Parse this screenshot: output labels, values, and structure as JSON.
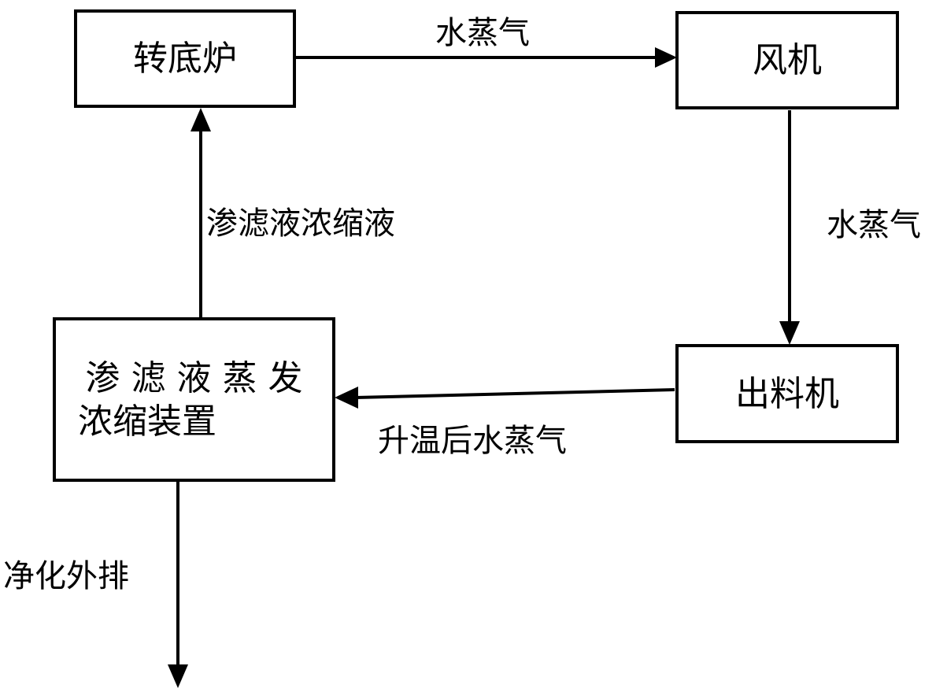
{
  "nodes": {
    "furnace": "转底炉",
    "fan": "风机",
    "discharger": "出料机",
    "evaporator_line1": "渗 滤 液 蒸 发",
    "evaporator_line2": "浓缩装置"
  },
  "edges": {
    "furnace_to_fan": "水蒸气",
    "fan_to_discharger": "水蒸气",
    "discharger_to_evaporator": "升温后水蒸气",
    "evaporator_to_furnace": "渗滤液浓缩液",
    "evaporator_out": "净化外排"
  }
}
